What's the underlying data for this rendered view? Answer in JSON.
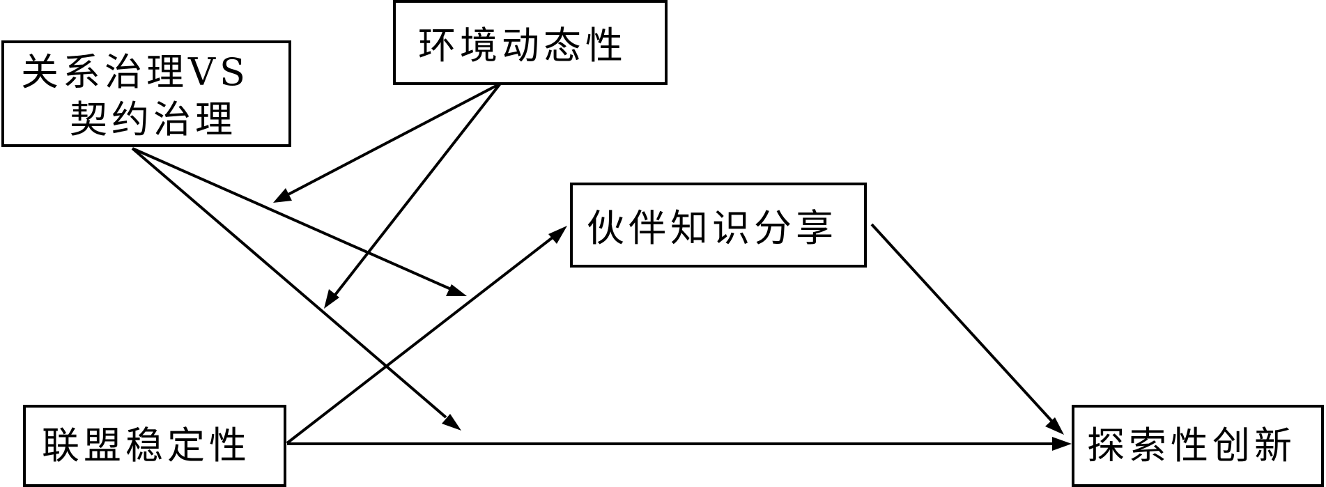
{
  "nodes": {
    "governance": {
      "line1": "关系治理VS",
      "line2": "契约治理"
    },
    "environment": {
      "label": "环境动态性"
    },
    "knowledge_sharing": {
      "label": "伙伴知识分享"
    },
    "alliance_stability": {
      "label": "联盟稳定性"
    },
    "exploratory_innovation": {
      "label": "探索性创新"
    }
  },
  "colors": {
    "stroke": "#000000",
    "background": "#ffffff"
  }
}
